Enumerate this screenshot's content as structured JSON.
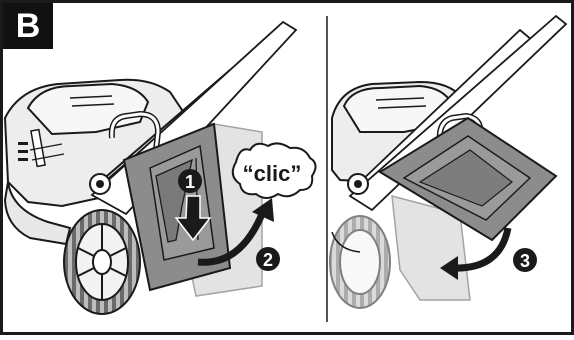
{
  "figure": {
    "section_label": "B",
    "sound_text": "“clic”",
    "steps": [
      "1",
      "2",
      "3"
    ]
  },
  "colors": {
    "outline": "#1a1a1a",
    "panel_gray": "#8c8c8c",
    "panel_dark": "#6f6f6f",
    "light_fill": "#e6e6e6",
    "ghost_fill": "#d9d9d9"
  }
}
